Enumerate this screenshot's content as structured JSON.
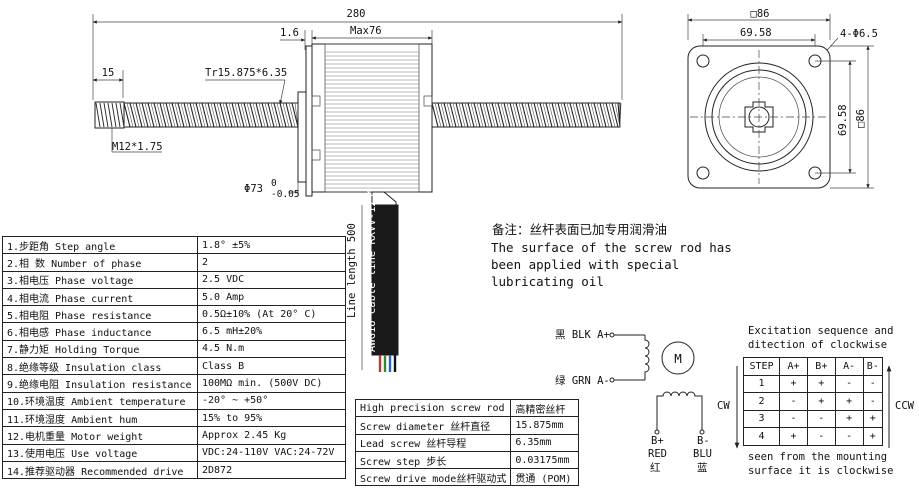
{
  "dimensions": {
    "overall_length": "280",
    "shaft_end": "15",
    "flange_offset": "1.6",
    "body_max": "Max76",
    "thread_spec": "Tr15.875*6.35",
    "end_thread": "M12*1.75",
    "pilot_diameter_prefix": "Φ73",
    "pilot_tolerance_top": "0",
    "pilot_tolerance_bottom": "-0.05",
    "cable_length": "Line length 500",
    "cable_spec": "AWG18 Cable line RXVV-125°",
    "square_top": "□86",
    "hole_spacing_h": "69.58",
    "hole_spec": "4-Φ6.5",
    "hole_spacing_v": "69.58",
    "square_side": "□86"
  },
  "note": {
    "zh": "备注：丝杆表面已加专用润滑油",
    "en_line1": "The surface of the screw rod has",
    "en_line2": "been applied with special",
    "en_line3": "lubricating oil"
  },
  "wiring": {
    "blk_label": "黑 BLK A+",
    "grn_label": "绿 GRN A-",
    "motor_symbol": "M",
    "red_top": "B+",
    "red_mid": "RED",
    "red_zh": "红",
    "blu_top": "B-",
    "blu_mid": "BLU",
    "blu_zh": "蓝",
    "cw": "CW",
    "ccw": "CCW"
  },
  "excitation": {
    "title_line1": "Excitation sequence and",
    "title_line2": "ditection of clockwise",
    "headers": [
      "STEP",
      "A+",
      "B+",
      "A-",
      "B-"
    ],
    "rows": [
      [
        "1",
        "+",
        "+",
        "-",
        "-"
      ],
      [
        "2",
        "-",
        "+",
        "+",
        "-"
      ],
      [
        "3",
        "-",
        "-",
        "+",
        "+"
      ],
      [
        "4",
        "+",
        "-",
        "-",
        "+"
      ]
    ],
    "foot_line1": "seen from the mounting",
    "foot_line2": "surface it is clockwise"
  },
  "spec_rows": [
    [
      "1.步距角 Step angle",
      "1.8° ±5%"
    ],
    [
      "2.相  数 Number of phase",
      "2"
    ],
    [
      "3.相电压 Phase voltage",
      "2.5 VDC"
    ],
    [
      "4.相电流 Phase current",
      "5.0 Amp"
    ],
    [
      "5.相电阻 Phase resistance",
      "0.5Ω±10% (At 20° C)"
    ],
    [
      "6.相电感 Phase inductance",
      "6.5 mH±20%"
    ],
    [
      "7.静力矩 Holding Torque",
      "4.5 N.m"
    ],
    [
      "8.绝缘等级 Insulation class",
      "Class B"
    ],
    [
      "9.绝缘电阻 Insulation resistance",
      "100MΩ min. (500V DC)"
    ],
    [
      "10.环境温度 Ambient temperature",
      "-20° ~ +50°"
    ],
    [
      "11.环境湿度 Ambient hum",
      "15% to 95%"
    ],
    [
      "12.电机重量 Motor weight",
      "Approx 2.45 Kg"
    ],
    [
      "13.使用电压 Use voltage",
      "VDC:24-110V VAC:24-72V"
    ],
    [
      "14.推荐驱动器 Recommended drive",
      "2D872"
    ]
  ],
  "screw_rows": [
    [
      "High precision screw rod",
      "高精密丝杆"
    ],
    [
      "Screw diameter 丝杆直径",
      "15.875mm"
    ],
    [
      "Lead screw 丝杆导程",
      "6.35mm"
    ],
    [
      "Screw step 步长",
      "0.03175mm"
    ],
    [
      "Screw drive mode丝杆驱动式",
      "贯通 (POM)"
    ]
  ]
}
